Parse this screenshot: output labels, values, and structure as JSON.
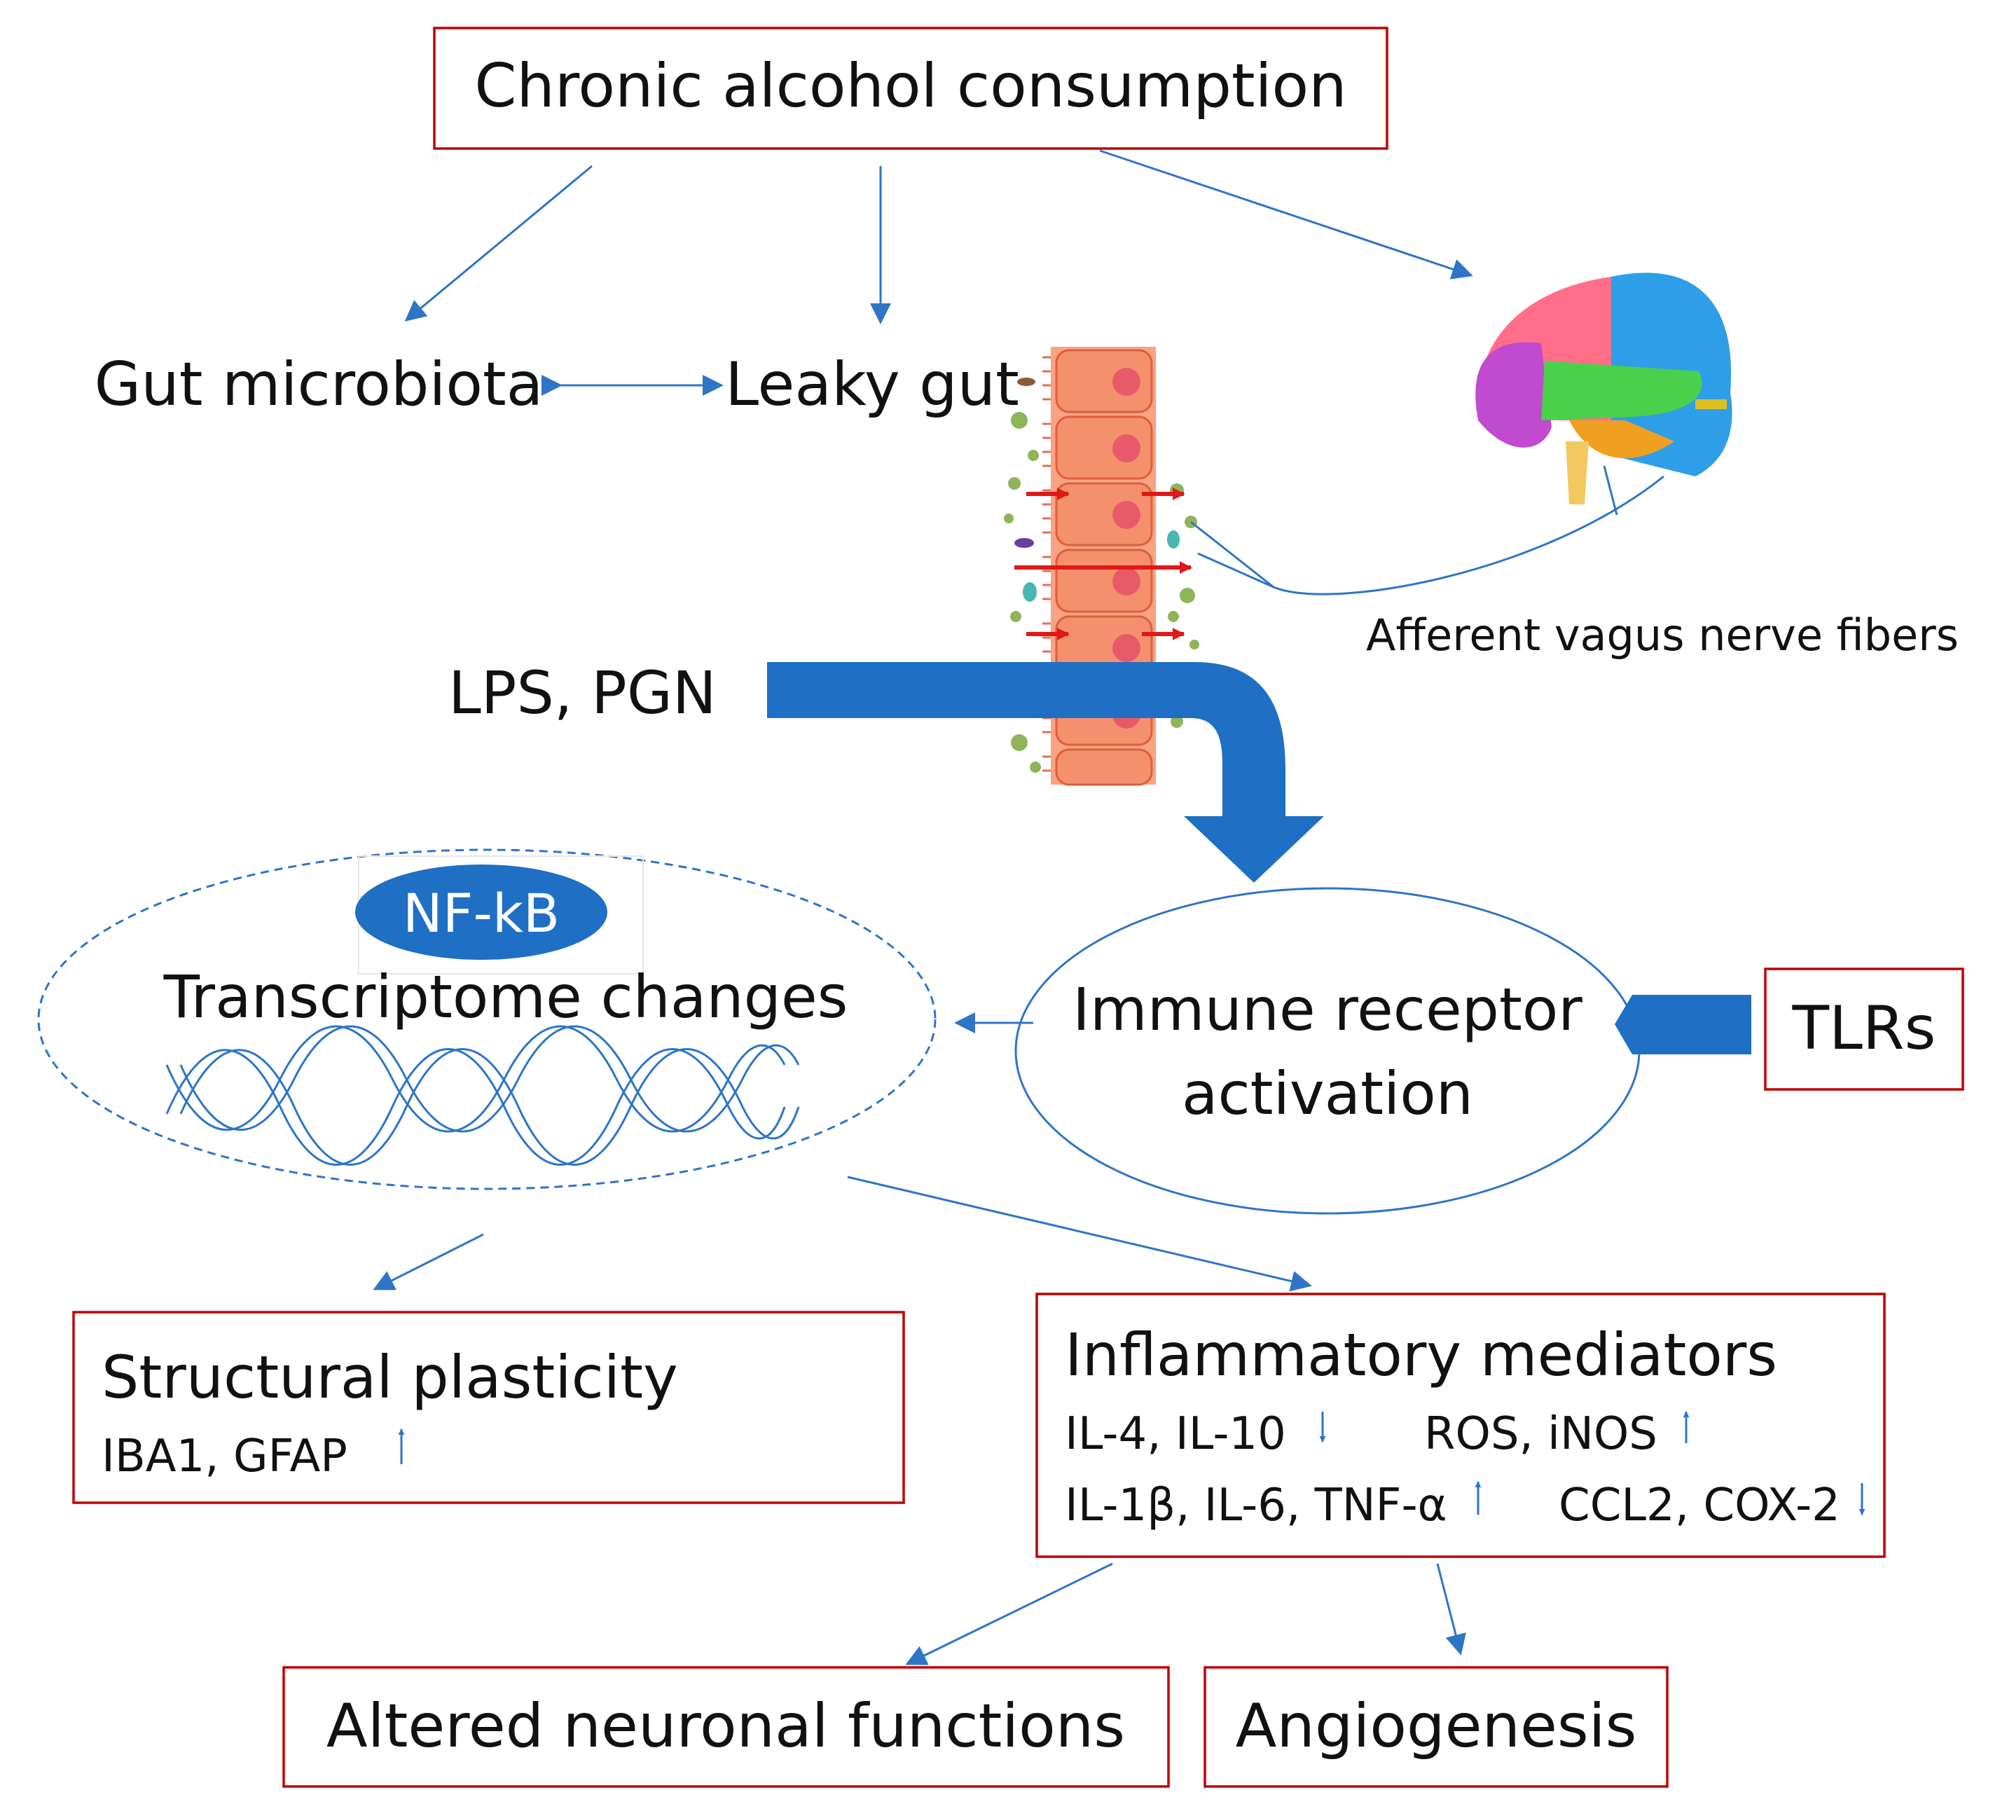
{
  "nodes": {
    "chronic_alcohol": "Chronic alcohol consumption",
    "gut_microbiota": "Gut microbiota",
    "leaky_gut": "Leaky gut",
    "vagus": "Afferent vagus nerve fibers",
    "lps_pgn": "LPS, PGN",
    "nfkb": "NF-kB",
    "transcriptome": "Transcriptome changes",
    "immune_line1": "Immune receptor",
    "immune_line2": "activation",
    "tlrs": "TLRs",
    "structural": "Structural plasticity",
    "structural_markers": "IBA1, GFAP",
    "inflammatory": "Inflammatory mediators",
    "il4_il10": "IL-4, IL-10",
    "ros_inos": "ROS, iNOS",
    "il1b": "IL-1β, IL-6, TNF-α",
    "ccl2": "CCL2, COX-2",
    "altered": "Altered neuronal functions",
    "angiogenesis": "Angiogenesis"
  },
  "colors": {
    "box_border": "#c00000",
    "arrow_blue": "#2e75c7",
    "big_arrow": "#1f6fc4",
    "nfkb_fill": "#1f6fc4",
    "gut_cell": "#f5906f"
  }
}
